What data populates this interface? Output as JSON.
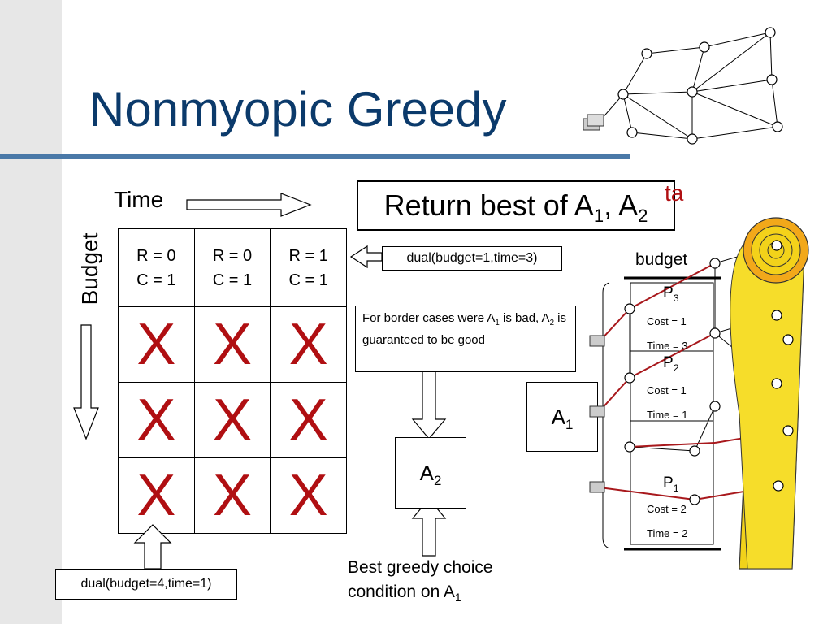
{
  "slide": {
    "title": "Nonmyopic Greedy",
    "time_label": "Time",
    "budget_label": "Budget",
    "grid": {
      "header_row": [
        {
          "r": "R = 0",
          "c": "C = 1"
        },
        {
          "r": "R = 0",
          "c": "C = 1"
        },
        {
          "r": "R = 1",
          "c": "C = 1"
        }
      ],
      "x_mark": "X"
    },
    "return_box": {
      "text": "Return best of A",
      "sub1": "1",
      "sep": ", A",
      "sub2": "2"
    },
    "partial_red_text": "ta",
    "dual_top": "dual(budget=1,time=3)",
    "dual_bottom": "dual(budget=4,time=1)",
    "border_note": {
      "p1": "For border cases were A",
      "sub1": "1",
      "p2": " is bad, A",
      "sub2": "2",
      "p3": " is guaranteed to be good"
    },
    "a2": {
      "letter": "A",
      "sub": "2"
    },
    "a1": {
      "letter": "A",
      "sub": "1"
    },
    "best_greedy": {
      "line1": "Best greedy choice",
      "line2": "condition on A",
      "sub": "1"
    },
    "path_panel": {
      "budget": "budget",
      "paths": [
        {
          "letter": "P",
          "sub": "3",
          "cost": "Cost = 1",
          "time": "Time = 3"
        },
        {
          "letter": "P",
          "sub": "2",
          "cost": "Cost = 1",
          "time": "Time = 1"
        },
        {
          "letter": "P",
          "sub": "1",
          "cost": "Cost = 2",
          "time": "Time = 2"
        }
      ]
    },
    "colors": {
      "title": "#0b3a6b",
      "rule": "#4a79a8",
      "x_mark": "#b00f12",
      "tape": "#f2d21a",
      "path_red": "#a8181c"
    }
  }
}
